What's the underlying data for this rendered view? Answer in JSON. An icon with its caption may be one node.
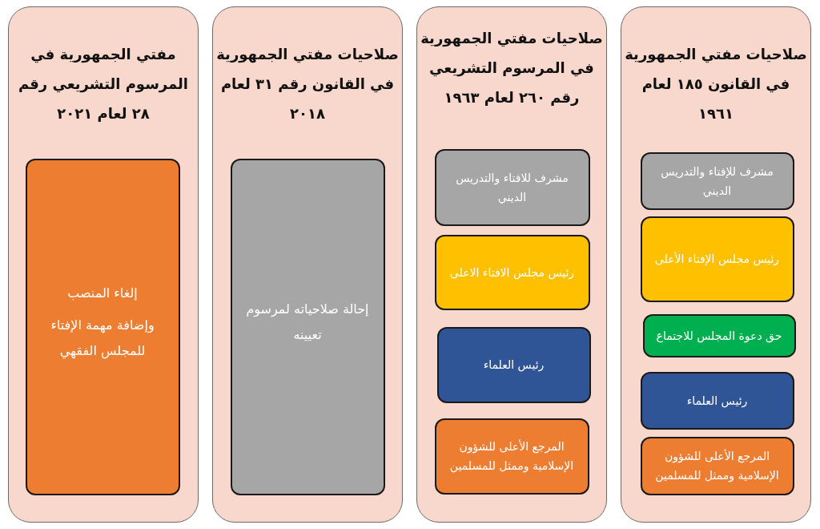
{
  "diagram": {
    "nodes": [
      {
        "text": [
          "صلاحيات مفتي الجمهورية في القانون ١٨٥ لعام ١٩٦١"
        ]
      },
      {
        "text": [
          "مشرف للإفتاء والتدريس الديني"
        ],
        "in": 0
      },
      {
        "text": [
          "رئيس مجلس الإفتاء الأعلى"
        ],
        "in": 0
      },
      {
        "text": [
          "حق دعوة المجلس للاجتماع"
        ],
        "in": 0
      },
      {
        "text": [
          "رئيس العلماء"
        ],
        "in": 0
      },
      {
        "text": [
          "المرجع الأعلى للشؤون الإسلامية وممثل للمسلمين"
        ],
        "in": 0
      },
      {
        "text": [
          "صلاحيات مفتي الجمهورية في المرسوم التشريعي رقم ٢٦٠ لعام ١٩٦٣"
        ]
      },
      {
        "text": [
          "مشرف للافتاء والتدريس الديني"
        ],
        "in": 6
      },
      {
        "text": [
          "رئيس مجلس الافتاء الاعلى"
        ],
        "in": 6
      },
      {
        "text": [
          "رئيس العلماء"
        ],
        "in": 6
      },
      {
        "text": [
          "المرجع الأعلى للشؤون الإسلامية وممثل للمسلمين"
        ],
        "in": 6
      },
      {
        "text": [
          "صلاحيات مفتي الجمهورية في القانون رقم ٣١ لعام ٢٠١٨"
        ]
      },
      {
        "text": [
          "إحالة صلاحياته لمرسوم تعيينه"
        ],
        "in": 11
      },
      {
        "text": [
          "مفتي الجمهورية في المرسوم التشريعي رقم ٢٨ لعام ٢٠٢١"
        ]
      },
      {
        "text": [
          "إلغاء المنصب",
          "وإضافة مهمة الإفتاء للمجلس الفقهي"
        ],
        "in": 13
      }
    ]
  }
}
